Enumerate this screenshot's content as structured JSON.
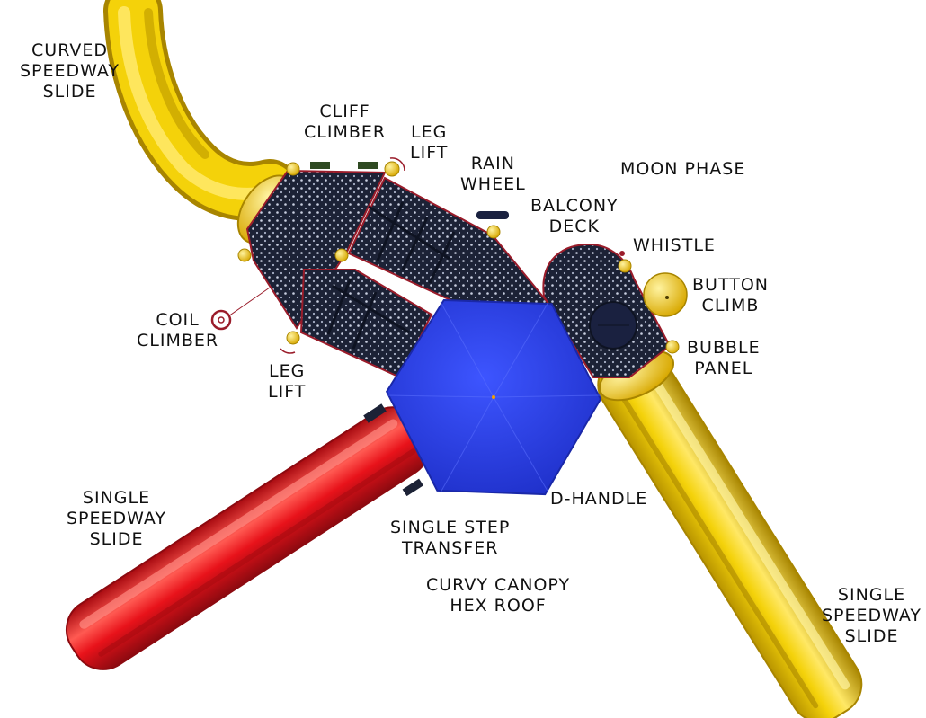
{
  "colors": {
    "slide_yellow": "#f4d20a",
    "slide_red": "#e8121a",
    "roof_blue": "#2a3fe0",
    "deck_navy": "#1c2236",
    "post_cap": "#f2cc1a",
    "trim_red": "#9a1c2a"
  },
  "labels": {
    "curved_slide": [
      "CURVED",
      "SPEEDWAY",
      "SLIDE"
    ],
    "cliff_climber": [
      "CLIFF",
      "CLIMBER"
    ],
    "leg_lift_top": [
      "LEG",
      "LIFT"
    ],
    "rain_wheel": [
      "RAIN",
      "WHEEL"
    ],
    "moon_phase": "MOON PHASE",
    "balcony_deck": [
      "BALCONY",
      "DECK"
    ],
    "whistle": "WHISTLE",
    "button_climb": [
      "BUTTON",
      "CLIMB"
    ],
    "coil_climber": [
      "COIL",
      "CLIMBER"
    ],
    "leg_lift_bottom": [
      "LEG",
      "LIFT"
    ],
    "bubble_panel": [
      "BUBBLE",
      "PANEL"
    ],
    "d_handle": "D-HANDLE",
    "single_slide_left": [
      "SINGLE",
      "SPEEDWAY",
      "SLIDE"
    ],
    "single_step": [
      "SINGLE STEP",
      "TRANSFER"
    ],
    "curvy_canopy": [
      "CURVY CANOPY",
      "HEX ROOF"
    ],
    "single_slide_right": [
      "SINGLE",
      "SPEEDWAY",
      "SLIDE"
    ]
  }
}
